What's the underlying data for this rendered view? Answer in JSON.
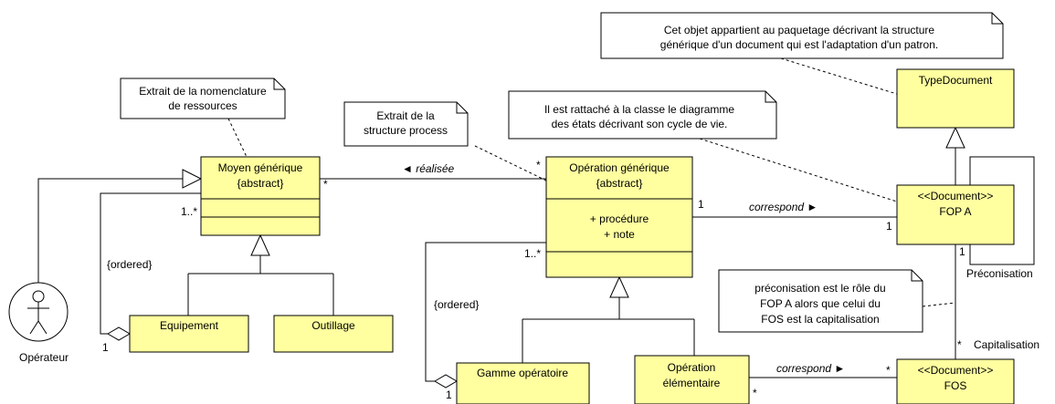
{
  "classes": {
    "moyen": {
      "name": "Moyen générique",
      "stereo": "{abstract}"
    },
    "operation": {
      "name": "Opération générique",
      "stereo": "{abstract}",
      "attr1": "+ procédure",
      "attr2": "+ note"
    },
    "equipement": {
      "name": "Equipement"
    },
    "outillage": {
      "name": "Outillage"
    },
    "gamme": {
      "name": "Gamme opératoire"
    },
    "elementaire": {
      "line1": "Opération",
      "line2": "élémentaire"
    },
    "typedoc": {
      "name": "TypeDocument"
    },
    "fopa": {
      "stereo": "<<Document>>",
      "name": "FOP A"
    },
    "fos": {
      "stereo": "<<Document>>",
      "name": "FOS"
    }
  },
  "notes": {
    "nomenclature": {
      "line1": "Extrait de la nomenclature",
      "line2": "de ressources"
    },
    "process": {
      "line1": "Extrait de la",
      "line2": "structure process"
    },
    "etats": {
      "line1": "Il est rattaché à la classe le diagramme",
      "line2": "des états décrivant son cycle de vie."
    },
    "paquetage": {
      "line1": "Cet objet appartient au paquetage décrivant la structure",
      "line2": "générique d'un document qui est l'adaptation d'un patron."
    },
    "preconisation": {
      "line1": "préconisation est le rôle du",
      "line2": "FOP A alors que celui du",
      "line3": "FOS est la capitalisation"
    }
  },
  "actor": {
    "name": "Opérateur"
  },
  "labels": {
    "realisee": "◄ réalisée",
    "correspond1": "correspond ►",
    "correspond2": "correspond ►",
    "ordered1": "{ordered}",
    "ordered2": "{ordered}",
    "preconisation": "Préconisation",
    "capitalisation": "Capitalisation"
  },
  "multiplicities": {
    "moyen_star": "*",
    "moyen_1n": "1..*",
    "op_star": "*",
    "op_1n": "1..*",
    "op_1": "1",
    "fopa_1a": "1",
    "fopa_1b": "1",
    "equip_1": "1",
    "gamme_1": "1",
    "fos_star_top": "*",
    "fos_star_left": "*",
    "elem_star": "*"
  }
}
